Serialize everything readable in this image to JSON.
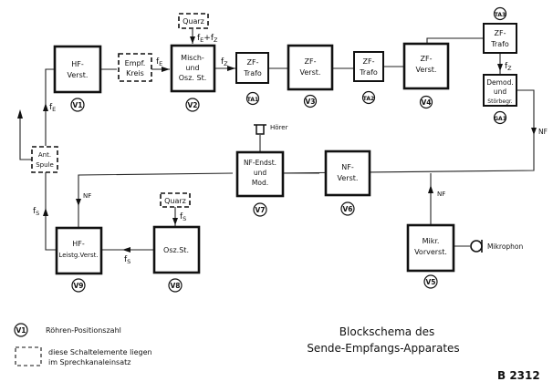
{
  "diagram": {
    "title_line1": "Blockschema des",
    "title_line2": "Sende-Empfangs-Apparates",
    "drawing_code": "B 2312",
    "blocks": {
      "v1": {
        "line1": "HF-",
        "line2": "Verst.",
        "pos": "V1"
      },
      "empf_kreis": {
        "line1": "Empf.",
        "line2": "Kreis"
      },
      "v2": {
        "line1": "Misch-",
        "line2": "und",
        "line3": "Osz. St.",
        "pos": "V2"
      },
      "quarz_rx": {
        "label": "Quarz"
      },
      "ta1": {
        "line1": "ZF-",
        "line2": "Trafo",
        "pos": "TA1"
      },
      "v3": {
        "line1": "ZF-",
        "line2": "Verst.",
        "pos": "V3"
      },
      "ta2": {
        "line1": "ZF-",
        "line2": "Trafo",
        "pos": "TA2"
      },
      "v4": {
        "line1": "ZF-",
        "line2": "Verst.",
        "pos": "V4"
      },
      "ta3": {
        "line1": "ZF-",
        "line2": "Trafo",
        "pos": "TA3"
      },
      "ga1": {
        "line1": "Demod.",
        "line2": "und",
        "line3": "Störbegr.",
        "pos": "GA1"
      },
      "ant_spule": {
        "line1": "Ant.",
        "line2": "Spule"
      },
      "v7": {
        "line1": "NF-Endst.",
        "line2": "und",
        "line3": "Mod.",
        "pos": "V7"
      },
      "v6": {
        "line1": "NF-",
        "line2": "Verst.",
        "pos": "V6"
      },
      "v5": {
        "line1": "Mikr.",
        "line2": "Vorverst.",
        "pos": "V5"
      },
      "v9": {
        "line1": "HF-",
        "line2": "Leistg.Verst.",
        "pos": "V9"
      },
      "v8": {
        "line1": "Osz.St.",
        "pos": "V8"
      },
      "quarz_tx": {
        "label": "Quarz"
      }
    },
    "components": {
      "hoerer": "Hörer",
      "mikrophon": "Mikrophon"
    },
    "signals": {
      "f": "f",
      "E": "E",
      "Z": "Z",
      "S": "S",
      "plus": "+",
      "nf": "NF"
    },
    "legend": {
      "circle_sample": "V1",
      "circle_text": "Röhren-Positionszahl",
      "dashed_text_line1": "diese Schaltelemente liegen",
      "dashed_text_line2": "im Sprechkanaleinsatz"
    }
  }
}
